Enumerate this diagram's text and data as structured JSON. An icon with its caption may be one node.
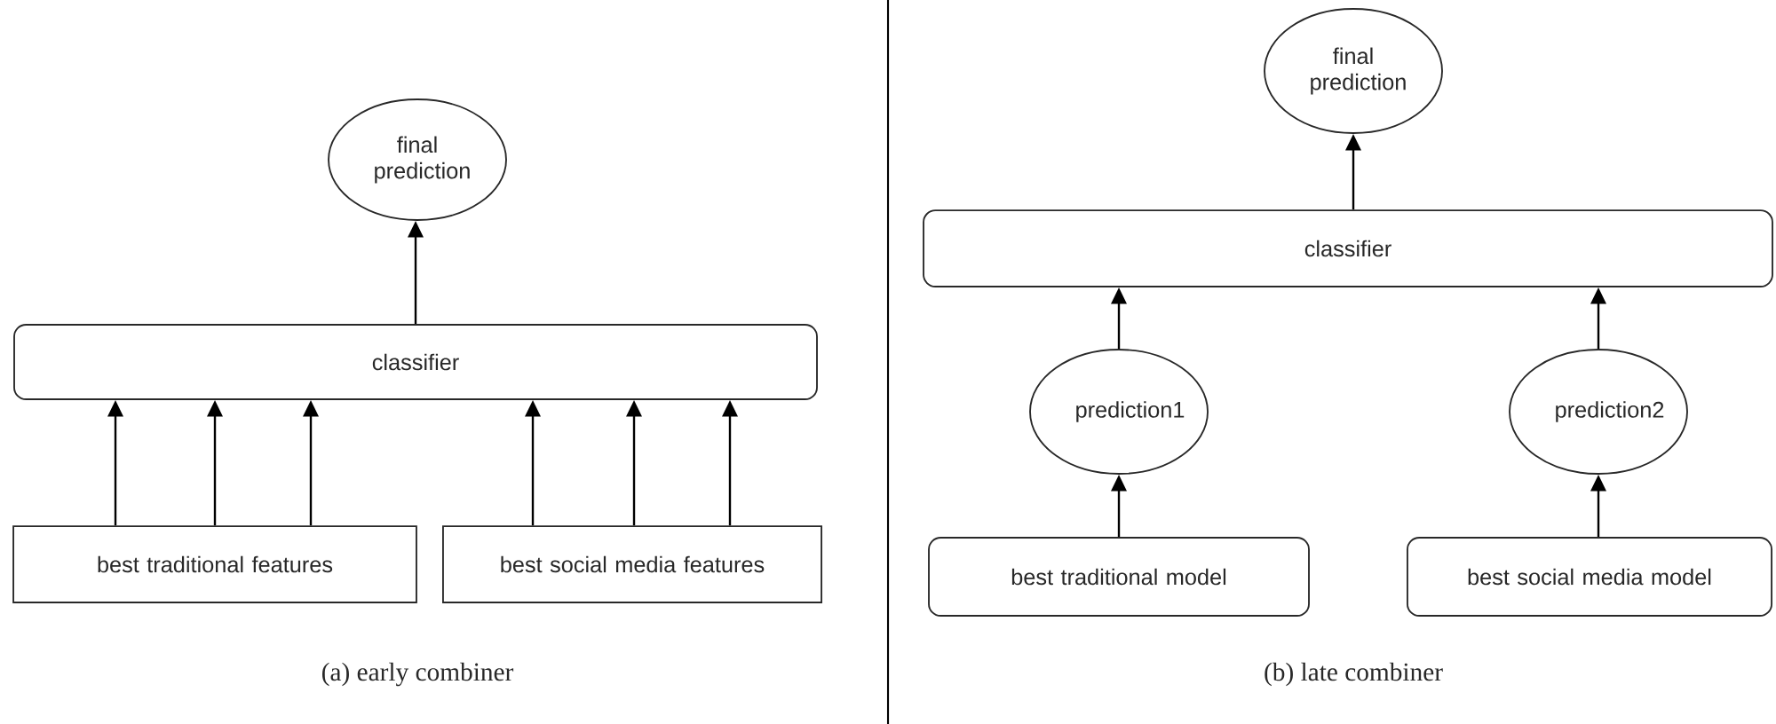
{
  "diagram": {
    "nodes": [
      {
        "text": [
          "final prediction"
        ]
      },
      {
        "text": [
          "classifier"
        ]
      },
      {
        "text": [
          "best traditional features"
        ]
      },
      {
        "text": [
          "best social media features"
        ]
      },
      {
        "text": [
          "final prediction"
        ]
      },
      {
        "text": [
          "classifier"
        ]
      },
      {
        "text": [
          "prediction1"
        ]
      },
      {
        "text": [
          "prediction2"
        ]
      },
      {
        "text": [
          "best traditional model"
        ]
      },
      {
        "text": [
          "best social media model"
        ]
      }
    ],
    "edges": [
      {
        "from": 1,
        "to": 0,
        "arrow": "to"
      },
      {
        "from": 2,
        "to": 1,
        "arrow": "to"
      },
      {
        "from": 2,
        "to": 1,
        "arrow": "to"
      },
      {
        "from": 2,
        "to": 1,
        "arrow": "to"
      },
      {
        "from": 3,
        "to": 1,
        "arrow": "to"
      },
      {
        "from": 3,
        "to": 1,
        "arrow": "to"
      },
      {
        "from": 3,
        "to": 1,
        "arrow": "to"
      },
      {
        "from": 5,
        "to": 4,
        "arrow": "to"
      },
      {
        "from": 8,
        "to": 6,
        "arrow": "to"
      },
      {
        "from": 6,
        "to": 5,
        "arrow": "to"
      },
      {
        "from": 9,
        "to": 7,
        "arrow": "to"
      },
      {
        "from": 7,
        "to": 5,
        "arrow": "to"
      }
    ],
    "labels": [
      "(a) early combiner",
      "(b) late combiner"
    ]
  }
}
